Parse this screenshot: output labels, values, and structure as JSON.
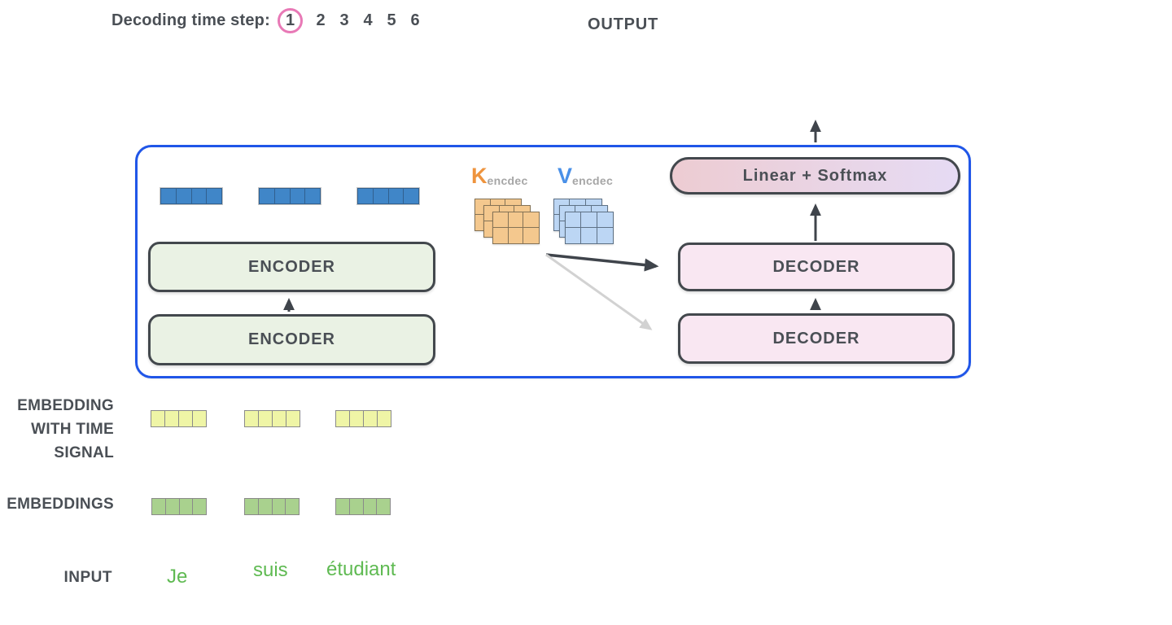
{
  "header": {
    "decoding_label": "Decoding time step:",
    "steps": [
      "1",
      "2",
      "3",
      "4",
      "5",
      "6"
    ],
    "active_step": "1",
    "output_label": "OUTPUT"
  },
  "encoder_stack": {
    "top": "ENCODER",
    "bottom": "ENCODER"
  },
  "decoder_stack": {
    "linear_softmax": "Linear + Softmax",
    "top": "DECODER",
    "bottom": "DECODER"
  },
  "kv": {
    "k_letter": "K",
    "k_subscript": "encdec",
    "v_letter": "V",
    "v_subscript": "encdec"
  },
  "left_labels": {
    "embedding_time_lines": [
      "EMBEDDING",
      "WITH TIME",
      "SIGNAL"
    ],
    "embeddings": "EMBEDDINGS",
    "input": "INPUT"
  },
  "input_tokens": [
    "Je",
    "suis",
    "étudiant"
  ],
  "colors": {
    "text-dark": "#4a4f55",
    "frame-blue": "#2056e8",
    "step-circle": "#e879b6",
    "encoder-fill": "#eaf2e4",
    "decoder-fill": "#f9e7f2",
    "box-border": "#43484d",
    "linear-grad-left": "#edccd2",
    "linear-grad-right": "#e6dbf4",
    "blue-cell-fill": "#4086c8",
    "blue-cell-border": "#31608f",
    "yellow-cell-fill": "#eff5a6",
    "green-cell-fill": "#a9d18e",
    "cell-border-gray": "#8a8a8a",
    "k-orange": "#ee943e",
    "v-blue": "#4a90e8",
    "sub-gray": "#a6a6a6",
    "k-matrix-fill": "#f4c88e",
    "k-matrix-border": "#857356",
    "v-matrix-fill": "#bcd6f4",
    "v-matrix-border": "#5f7286",
    "arrow-dark": "#3f444b",
    "arrow-gray": "#d2d2d2",
    "input-green": "#5fba52"
  }
}
